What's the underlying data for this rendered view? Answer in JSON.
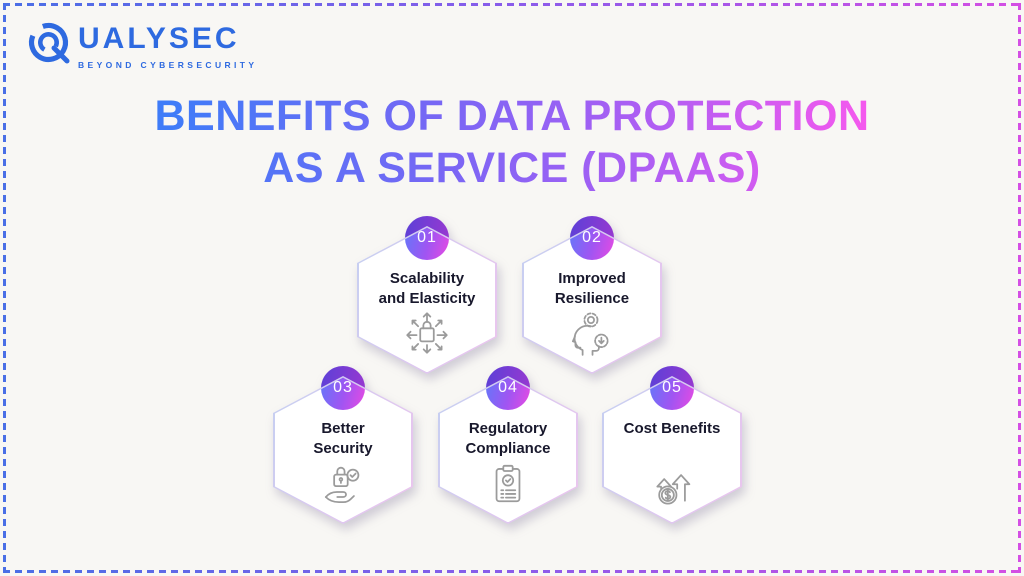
{
  "logo": {
    "wordmark": "QUALYSEC",
    "wordmark_rest": "UALYSEC",
    "tagline": "BEYOND CYBERSECURITY",
    "color": "#2e6ae0"
  },
  "title": {
    "line1": "BENEFITS OF DATA PROTECTION",
    "line2": "AS A SERVICE (DPAAS)",
    "gradient": [
      "#3f7cf8",
      "#7a66f4",
      "#f659ee"
    ]
  },
  "hexagons": [
    {
      "number": "01",
      "label": "Scalability and Elasticity",
      "icon": "scalability-lock-arrows-icon"
    },
    {
      "number": "02",
      "label": "Improved Resilience",
      "icon": "resilience-head-gear-icon"
    },
    {
      "number": "03",
      "label": "Better Security",
      "icon": "security-hand-lock-icon"
    },
    {
      "number": "04",
      "label": "Regulatory Compliance",
      "icon": "compliance-clipboard-icon"
    },
    {
      "number": "05",
      "label": "Cost Benefits",
      "icon": "cost-growth-coin-icon"
    }
  ],
  "colors": {
    "background": "#f8f7f4",
    "frame_left": "#4a6fe6",
    "frame_right": "#d44fe4",
    "badge_gradient": [
      "#5d7bfa",
      "#a055f2",
      "#e84ae2"
    ],
    "badge_back": "#5b40d7",
    "hex_fill": "#ffffff",
    "hex_border": [
      "#c4d0f1",
      "#ecc5ee"
    ],
    "label_text": "#18182c",
    "icon_stroke": "#9b9b9b"
  }
}
